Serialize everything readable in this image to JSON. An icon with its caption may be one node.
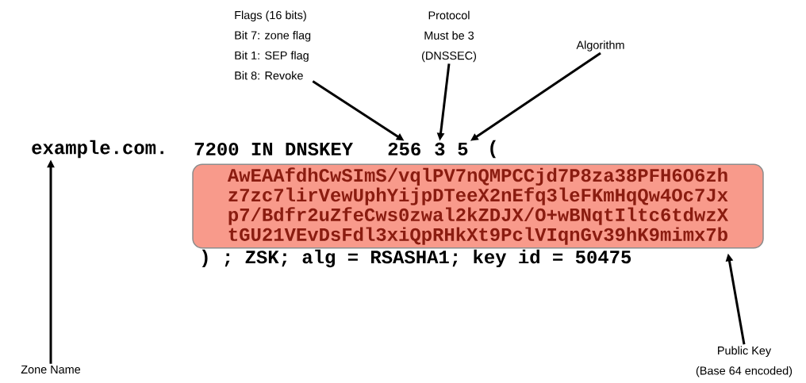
{
  "diagram": {
    "nodes": [
      {
        "text": [
          "Flags (16 bits)",
          "Bit 7: zone flag",
          "Bit 1: SEP flag",
          "Bit 8: Revoke"
        ]
      },
      {
        "text": [
          "Protocol",
          "Must be 3",
          "(DNSSEC)"
        ]
      },
      {
        "text": [
          "Algorithm"
        ]
      },
      {
        "text": [
          "example.com."
        ]
      },
      {
        "text": [
          "256"
        ]
      },
      {
        "text": [
          "3"
        ]
      },
      {
        "text": [
          "5"
        ]
      },
      {
        "text": [
          "AwEAAfdhCwSImS/vqlPV7nQMPCCjd7P8za38PFH6O6zh",
          "z7zc7lirVewUphYijpDTeeX2nEfq3leFKmHqQw4Oc7Jx",
          "p7/Bdfr2uZfeCws0zwal2kZDJX/O+wBNqtIltc6tdwzX",
          "tGU21VEvDsFdl3xiQpRHkXt9PclVIqnGv39hK9mimx7b"
        ]
      },
      {
        "text": [
          "Public Key",
          "(Base 64 encoded)"
        ]
      },
      {
        "text": [
          "Zone Name"
        ]
      }
    ],
    "edges": [
      {
        "from": 0,
        "to": 4,
        "arrow": "to"
      },
      {
        "from": 1,
        "to": 5,
        "arrow": "to"
      },
      {
        "from": 2,
        "to": 6,
        "arrow": "to"
      },
      {
        "from": 8,
        "to": 7,
        "arrow": "to"
      },
      {
        "from": 9,
        "to": 3,
        "arrow": "to"
      }
    ],
    "labels": [
      "7200 IN DNSKEY",
      "(",
      ") ; ZSK; alg = RSASHA1; key id = 50475"
    ]
  }
}
